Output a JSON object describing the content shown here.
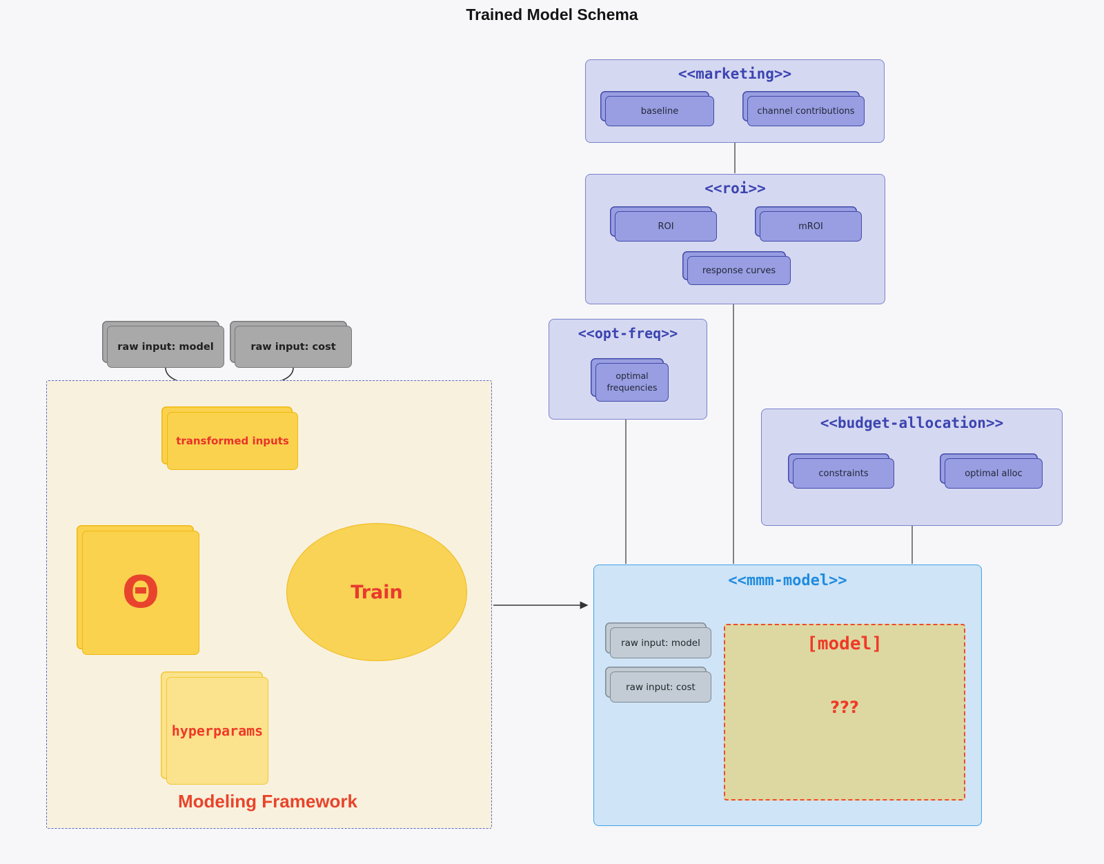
{
  "title": "Trained Model Schema",
  "external_inputs": {
    "raw_input_model": "raw input: model",
    "raw_input_cost": "raw input: cost"
  },
  "clusters": {
    "marketing": {
      "label": "<<marketing>>",
      "baseline": "baseline",
      "channel_contributions": "channel contributions"
    },
    "roi": {
      "label": "<<roi>>",
      "roi": "ROI",
      "mroi": "mROI",
      "response_curves": "response curves"
    },
    "opt_freq": {
      "label": "<<opt-freq>>",
      "optimal_frequencies": "optimal frequencies"
    },
    "budget_allocation": {
      "label": "<<budget-allocation>>",
      "constraints": "constraints",
      "optimal_alloc": "optimal alloc"
    },
    "mmm_model": {
      "label": "<<mmm-model>>",
      "raw_input_model": "raw input: model",
      "raw_input_cost": "raw input: cost",
      "model_placeholder": "[model]",
      "model_unknown": "???"
    },
    "modeling_framework": {
      "label": "Modeling Framework",
      "transformed_inputs": "transformed inputs",
      "theta": "Θ",
      "train": "Train",
      "hyperparams": "hyperparams"
    }
  },
  "colors": {
    "cluster_fill": "#d5d8f1",
    "cluster_border": "#7a81cc",
    "cluster_header_text": "#3b44b0",
    "node_fill": "#989ee1",
    "node_border": "#4149a8",
    "mmm_fill": "#cfe4f6",
    "mmm_border": "#41a3ec",
    "mmm_header_text": "#1f8be0",
    "framework_fill": "#f8f1de",
    "framework_border": "#5a67ca",
    "yellow_node": "#fbd24e",
    "yellow_light_node": "#fbe28c",
    "khaki_model_fill": "#ddd8a1",
    "red_accent": "#ee3a28",
    "gray_node": "#a9a9a9",
    "gray_blue_node": "#c3ccd4"
  }
}
